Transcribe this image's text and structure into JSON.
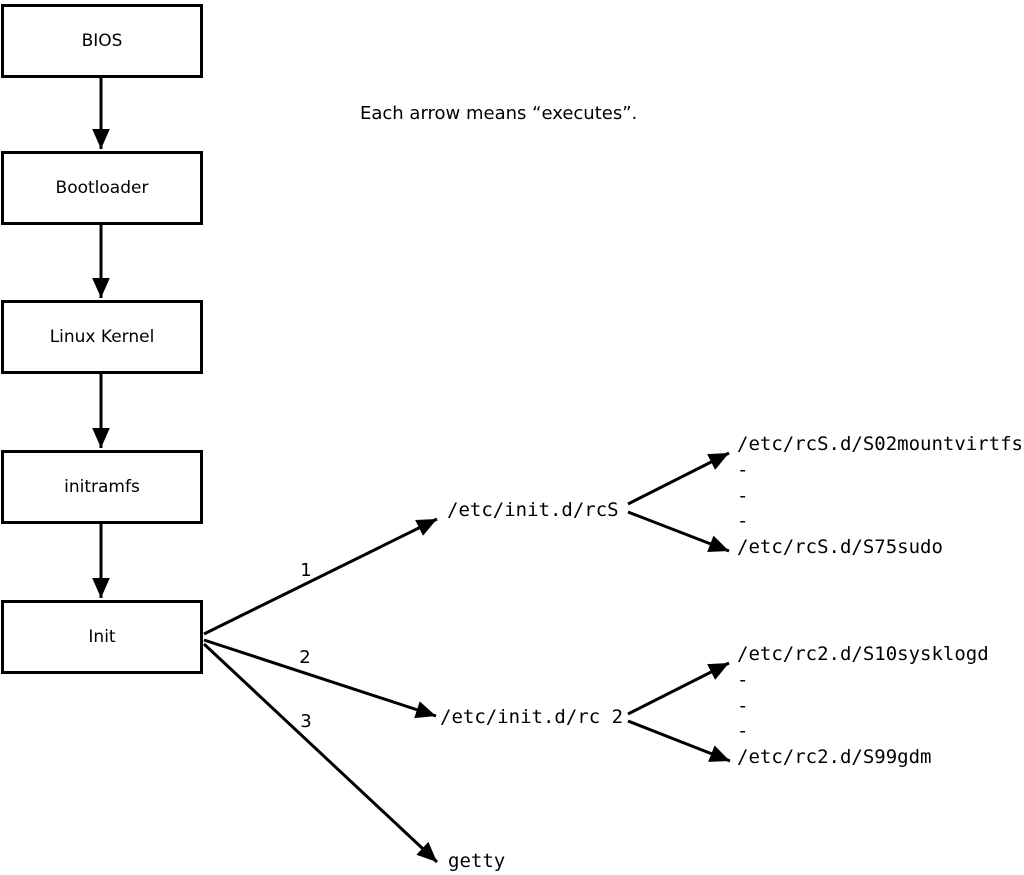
{
  "note": "Each arrow means “executes”.",
  "chain": [
    {
      "label": "BIOS"
    },
    {
      "label": "Bootloader"
    },
    {
      "label": "Linux Kernel"
    },
    {
      "label": "initramfs"
    },
    {
      "label": "Init"
    }
  ],
  "init_arrow_labels": [
    "1",
    "2",
    "3"
  ],
  "branch1": {
    "label": "/etc/init.d/rcS",
    "children": [
      "/etc/rcS.d/S02mountvirtfs",
      "-",
      "-",
      "-",
      "/etc/rcS.d/S75sudo"
    ]
  },
  "branch2": {
    "label": "/etc/init.d/rc 2",
    "children": [
      "/etc/rc2.d/S10sysklogd",
      "-",
      "-",
      "-",
      "/etc/rc2.d/S99gdm"
    ]
  },
  "branch3": {
    "label": "getty"
  },
  "colors": {
    "line": "#000000",
    "background": "#ffffff",
    "text": "#000000"
  }
}
